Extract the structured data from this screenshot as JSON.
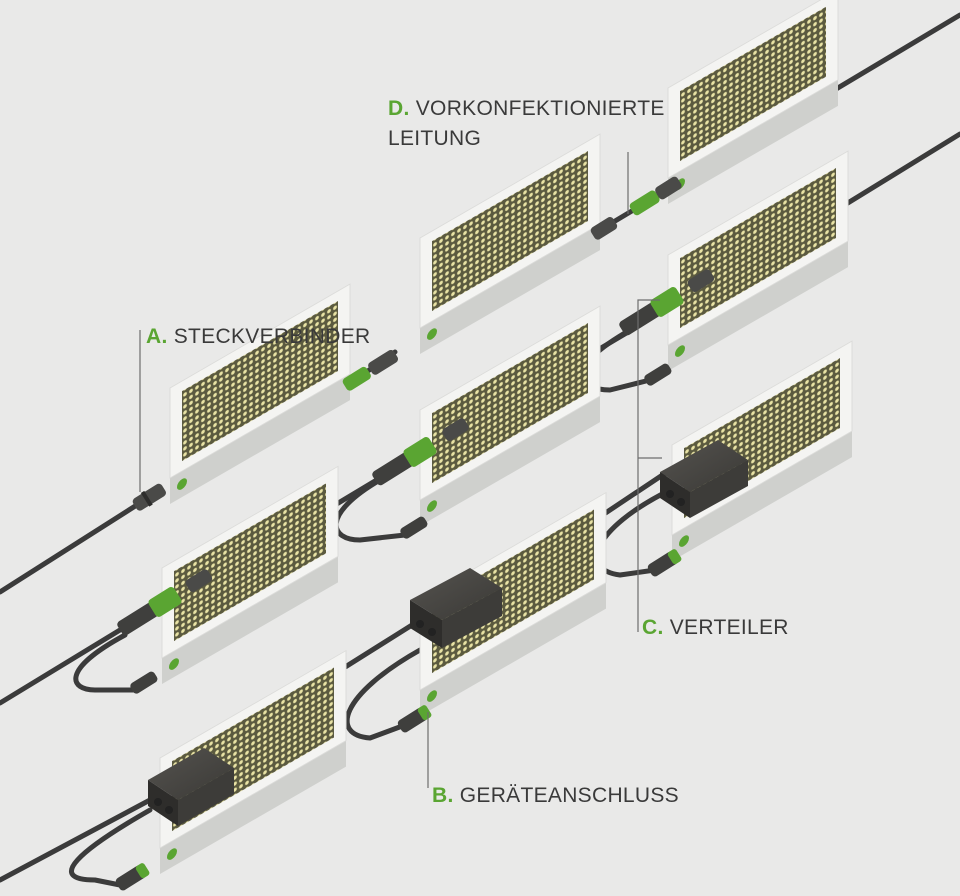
{
  "accent_color": "#5aa532",
  "text_color": "#3a3a3a",
  "background_color": "#e9e9e8",
  "labels": {
    "a": {
      "letter": "A.",
      "text": "STECKVERBINDER"
    },
    "b": {
      "letter": "B.",
      "text": "GERÄTEANSCHLUSS"
    },
    "c": {
      "letter": "C.",
      "text": "VERTEILER"
    },
    "d": {
      "letter": "D.",
      "text": "VORKONFEKTIONIERTE",
      "text2": "LEITUNG"
    }
  }
}
